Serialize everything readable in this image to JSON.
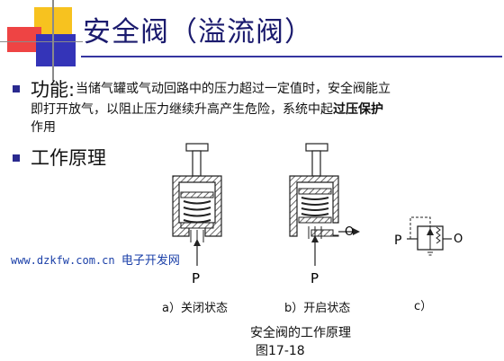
{
  "slide": {
    "title": "安全阀（溢流阀）",
    "function": {
      "heading": "功能:",
      "line1": "当储气罐或气动回路中的压力超过一定值时，安全阀能立",
      "line2_plain": "即打开放气，以阻止压力继续升高产生危险，系统中起",
      "line2_bold": "过压保护",
      "line3": "作用"
    },
    "principle_heading": "工作原理",
    "watermark": {
      "url": "www.dzkfw.com.cn",
      "site": "电子开发网"
    },
    "figure": {
      "label_a": "a）关闭状态",
      "label_b": "b）开启状态",
      "label_c": "c）",
      "port_p": "P",
      "port_o": "O",
      "caption": "安全阀的工作原理",
      "number": "图17-18"
    }
  }
}
